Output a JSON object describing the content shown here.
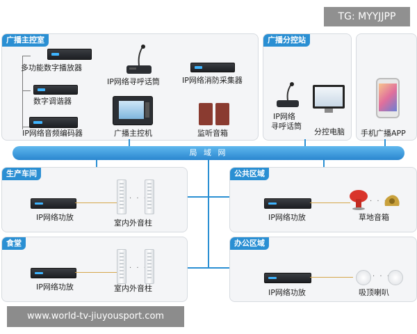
{
  "watermark_tag": "TG: MYYJJPP",
  "watermark_url": "www.world-tv-jiuyousport.com",
  "lan": {
    "label": "局 域 网"
  },
  "broadcast_room": {
    "title": "广播主控室",
    "multi_player": "多功能数字播放器",
    "tuner": "数字调谐器",
    "encoder": "IP网络音频编码器",
    "paging_mic": "IP网络寻呼话筒",
    "main_control": "广播主控机",
    "fire_collector": "IP网络消防采集器",
    "monitor_speaker": "监听音箱"
  },
  "sub_station": {
    "title": "广播分控站",
    "paging_mic_line1": "IP网络",
    "paging_mic_line2": "寻呼话筒",
    "sub_pc": "分控电脑"
  },
  "mobile": {
    "app": "手机广播APP"
  },
  "workshop": {
    "title": "生产车间",
    "amp": "IP网络功放",
    "speaker": "室内外音柱"
  },
  "canteen": {
    "title": "食堂",
    "amp": "IP网络功放",
    "speaker": "室内外音柱"
  },
  "public_area": {
    "title": "公共区域",
    "amp": "IP网络功放",
    "speaker": "草地音箱"
  },
  "office_area": {
    "title": "办公区域",
    "amp": "IP网络功放",
    "speaker": "吸顶喇叭"
  },
  "colors": {
    "accent": "#2a8fd3",
    "wire": "#d4a64a"
  }
}
